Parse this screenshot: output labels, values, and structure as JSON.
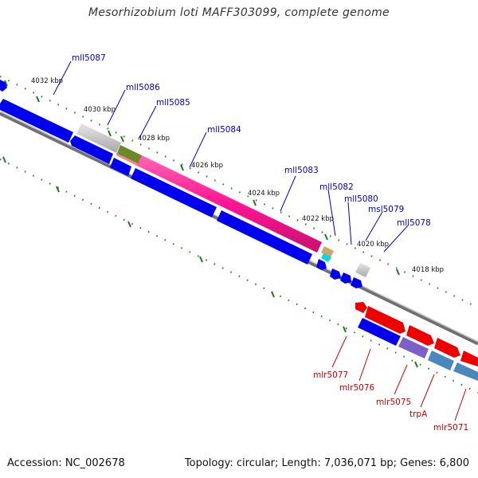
{
  "title": "Mesorhizobium loti MAFF303099, complete genome",
  "footer": {
    "accession": "Accession: NC_002678",
    "summary": "Topology: circular; Length: 7,036,071 bp; Genes: 6,800"
  },
  "ticks": [
    "4032 kbp",
    "4030 kbp",
    "4028 kbp",
    "4026 kbp",
    "4024 kbp",
    "4022 kbp",
    "4020 kbp",
    "4018 kbp"
  ],
  "genes_reverse": [
    "mll5087",
    "mll5086",
    "mll5085",
    "mll5084",
    "mll5083",
    "mll5082",
    "mll5080",
    "msl5079",
    "mll5078"
  ],
  "genes_forward": [
    "mlr5077",
    "mlr5076",
    "mlr5075",
    "trpA",
    "mlr5071"
  ],
  "colors": {
    "reverse_gene": "#0000ee",
    "forward_gene": "#ee0000",
    "tick_mark": "#006400",
    "backbone": "#808080",
    "highlight": "#ff1493"
  }
}
